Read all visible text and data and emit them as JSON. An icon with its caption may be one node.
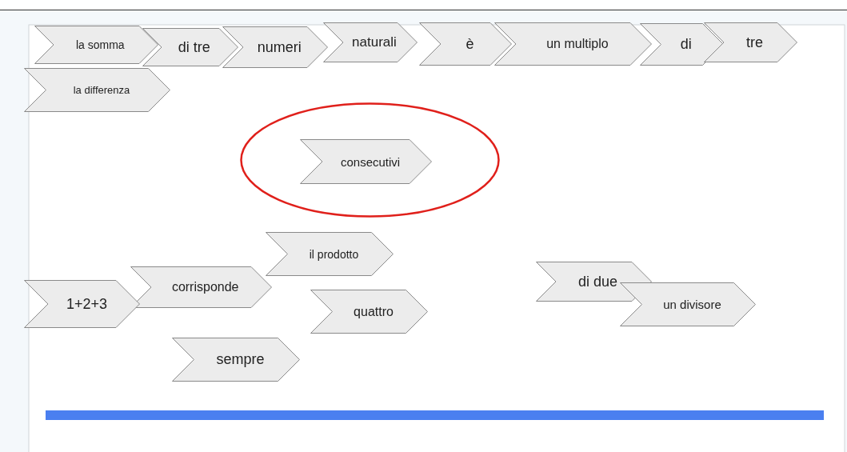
{
  "diagram": {
    "nodes": [
      {
        "text": [
          "la somma"
        ]
      },
      {
        "text": [
          "di tre"
        ]
      },
      {
        "text": [
          "numeri"
        ]
      },
      {
        "text": [
          "naturali"
        ]
      },
      {
        "text": [
          "è"
        ]
      },
      {
        "text": [
          "un multiplo"
        ]
      },
      {
        "text": [
          "di"
        ]
      },
      {
        "text": [
          "tre"
        ]
      },
      {
        "text": [
          "la differenza"
        ]
      },
      {
        "text": [],
        "shape": "circle"
      },
      {
        "text": [
          "consecutivi"
        ],
        "in": 9
      },
      {
        "text": [
          "il prodotto"
        ]
      },
      {
        "text": [
          "corrisponde"
        ]
      },
      {
        "text": [
          "1+2+3"
        ]
      },
      {
        "text": [
          "quattro"
        ]
      },
      {
        "text": [
          "di due"
        ]
      },
      {
        "text": [
          "un divisore"
        ]
      },
      {
        "text": [
          "sempre"
        ]
      }
    ]
  }
}
